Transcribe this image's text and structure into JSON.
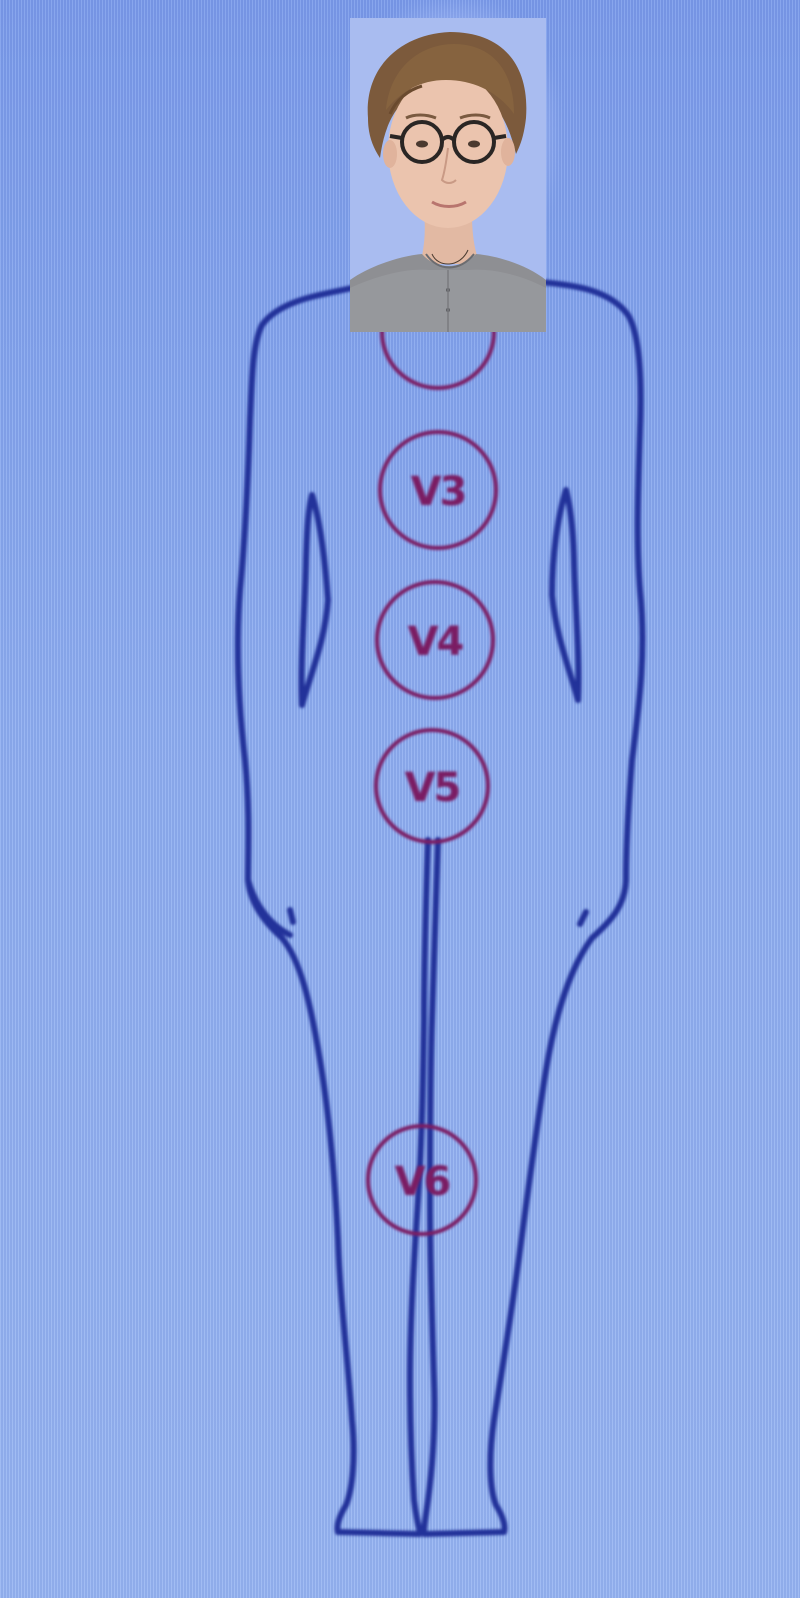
{
  "points": [
    {
      "id": "v3",
      "label": "V3"
    },
    {
      "id": "v4",
      "label": "V4"
    },
    {
      "id": "v5",
      "label": "V5"
    },
    {
      "id": "v6",
      "label": "V6"
    }
  ],
  "colors": {
    "screen_background": "#86a7ef",
    "outline": "#22309a",
    "point_marker": "#7a1c63"
  }
}
